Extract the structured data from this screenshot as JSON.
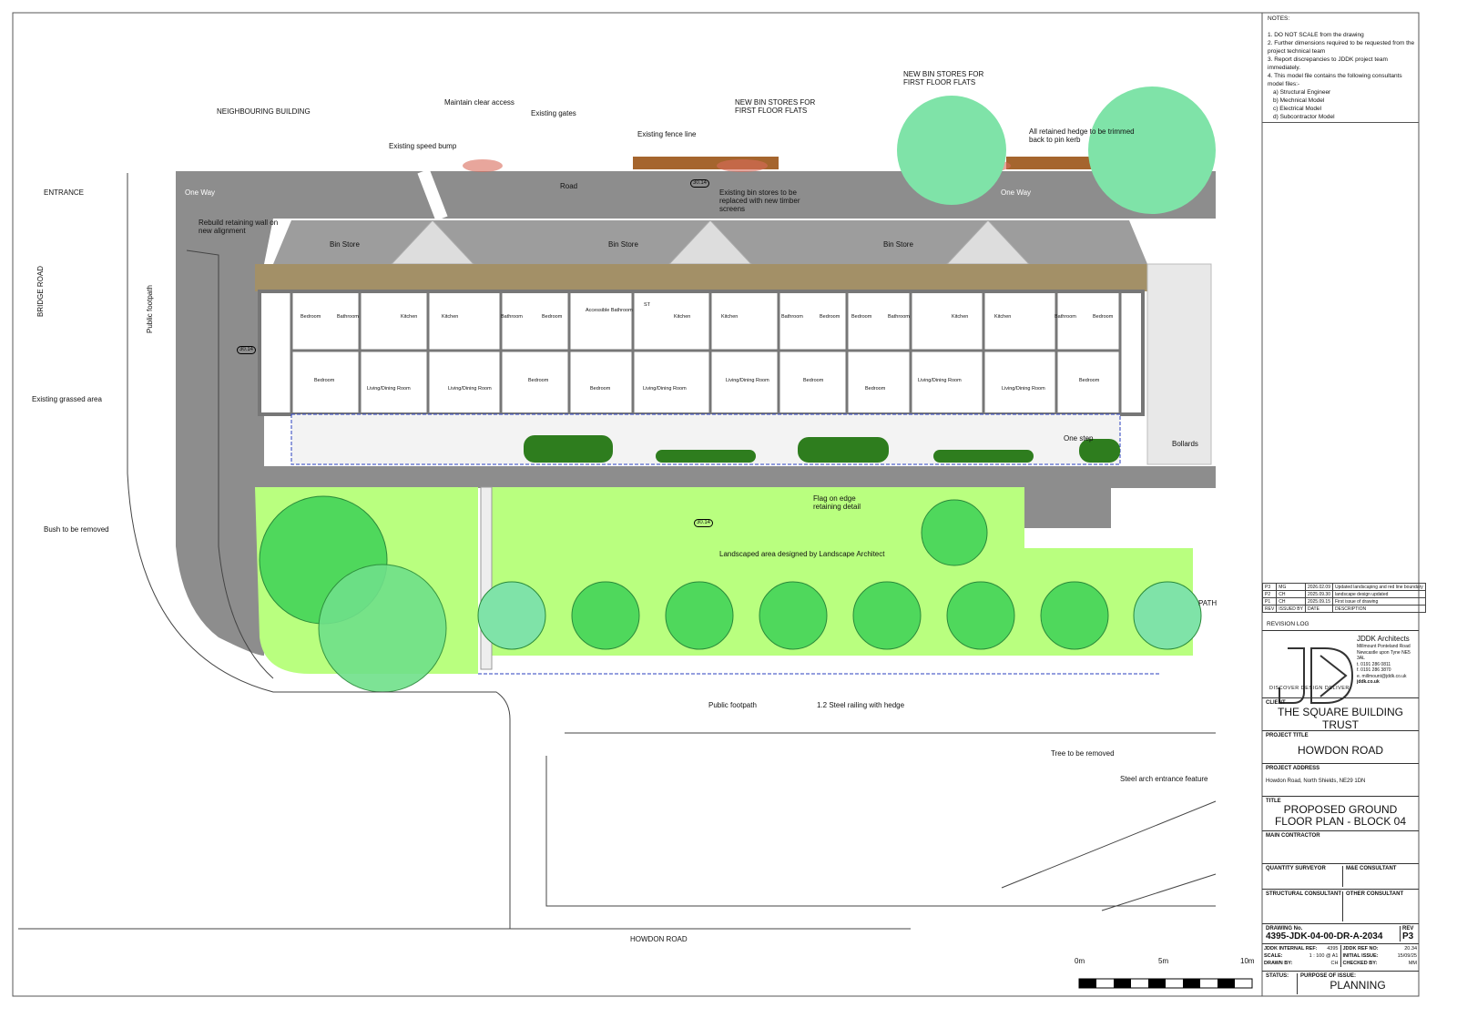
{
  "notes": {
    "title": "NOTES:",
    "items": [
      "1. DO NOT SCALE from the drawing",
      "2. Further dimensions required to be requested from the project technical team",
      "3. Report discrepancies to JDDK project team immediately.",
      "4. This model file contains the following consultants model files:-",
      "a) Structural Engineer",
      "b) Mechnical Model",
      "c) Electrical Model",
      "d) Subcontractor Model"
    ]
  },
  "annotations": {
    "neighbouring": "NEIGHBOURING BUILDING",
    "clear_access": "Maintain clear access",
    "gates": "Existing gates",
    "fence": "Existing fence line",
    "speed_bump": "Existing speed bump",
    "bin_new_1": "NEW BIN STORES FOR FIRST FLOOR FLATS",
    "bin_new_2": "NEW BIN STORES FOR FIRST FLOOR FLATS",
    "hedge": "All retained hedge to be trimmed back to pin kerb",
    "entrance": "ENTRANCE",
    "one_way_1": "One Way",
    "one_way_2": "One Way",
    "road": "Road",
    "existing_bins": "Existing bin stores to be replaced with new timber screens",
    "retaining": "Rebuild retaining wall on new alignment",
    "bin_store_1": "Bin Store",
    "bin_store_2": "Bin Store",
    "bin_store_3": "Bin Store",
    "bridge_road": "BRIDGE ROAD",
    "public_footpath_v": "Public footpath",
    "grassed": "Existing grassed area",
    "bush": "Bush to be removed",
    "one_step": "One step",
    "bollards": "Bollards",
    "flag_edge": "Flag on edge retaining detail",
    "landscaped": "Landscaped area designed by Landscape Architect",
    "path": "PATH",
    "public_footpath": "Public footpath",
    "railing": "1.2 Steel railing with hedge",
    "tree_removed": "Tree to be removed",
    "arch": "Steel arch entrance feature",
    "howdon_road": "HOWDON ROAD",
    "level": "30.14"
  },
  "rooms": [
    "Bedroom",
    "Bathroom",
    "Kitchen",
    "Kitchen",
    "Bathroom",
    "Bedroom",
    "Accessible Bathroom",
    "ST",
    "Kitchen",
    "Kitchen",
    "Bathroom",
    "Bedroom",
    "Bedroom",
    "Bathroom",
    "Kitchen",
    "Kitchen",
    "Bathroom",
    "Bedroom"
  ],
  "rooms_lower": [
    "Bedroom",
    "Living/Dining Room",
    "Living/Dining Room",
    "Bedroom",
    "Bedroom",
    "Living/Dining Room",
    "Living/Dining Room",
    "Bedroom",
    "Bedroom",
    "Living/Dining Room",
    "Living/Dining Room",
    "Bedroom"
  ],
  "scale_bar": {
    "labels": [
      "0m",
      "5m",
      "10m"
    ]
  },
  "revisions": [
    {
      "rev": "P3",
      "by": "MG",
      "date": "2026.02.09",
      "desc": "Updated landscaping and red line boundary"
    },
    {
      "rev": "P2",
      "by": "CH",
      "date": "2025.09.30",
      "desc": "landscape design updated"
    },
    {
      "rev": "P1",
      "by": "CH",
      "date": "2025.09.15",
      "desc": "First issue of drawing"
    }
  ],
  "revision_headers": {
    "rev": "REV",
    "by": "ISSUED BY",
    "date": "DATE",
    "desc": "DESCRIPTION"
  },
  "revision_log": "REVISION LOG",
  "company": {
    "logo": "JDK",
    "tagline": "DISCOVER DESIGN DELIVER",
    "name": "JDDK Architects",
    "address": "Millmount  Ponteland Road Newcastle upon Tyne NE5 3AL",
    "tel": "t. 0191 286 0811",
    "fax": "f. 0191 286 3870",
    "email": "e. millmount@jddk.co.uk",
    "web": "jddk.co.uk"
  },
  "title_block": {
    "client_label": "CLIENT",
    "client": "THE SQUARE BUILDING TRUST",
    "project_label": "PROJECT TITLE",
    "project": "HOWDON ROAD",
    "address_label": "PROJECT ADDRESS",
    "address": "Howdon Road, North Shields, NE29 1DN",
    "title_label": "TITLE",
    "title": "PROPOSED GROUND FLOOR PLAN - BLOCK 04",
    "main_contractor": "MAIN CONTRACTOR",
    "qs": "QUANTITY SURVEYOR",
    "me": "M&E CONSULTANT",
    "structural": "STRUCTURAL CONSULTANT",
    "other": "OTHER CONSULTANT",
    "drawing_no_label": "DRAWING No.",
    "drawing_no": "4395-JDK-04-00-DR-A-2034",
    "rev_label": "REV",
    "rev": "P3",
    "internal_ref_label": "JDDK INTERNAL REF:",
    "internal_ref": "4395",
    "ref_no_label": "JDDK REF NO:",
    "ref_no": "20.34",
    "scale_label": "SCALE:",
    "scale": "1 : 100 @ A1",
    "initial_issue_label": "INITIAL ISSUE:",
    "initial_issue": "15/09/25",
    "drawn_by_label": "DRAWN BY:",
    "drawn_by": "CH",
    "checked_by_label": "CHECKED BY:",
    "checked_by": "MM",
    "status_label": "STATUS:",
    "purpose_label": "PURPOSE OF ISSUE:",
    "purpose": "PLANNING"
  },
  "colors": {
    "road": "#8c8c8c",
    "lawn": "#b9ff7f",
    "tree": "#4fd85c",
    "tree_light": "#7fe3a8",
    "roof": "#a39067",
    "roof_tiles": "#9a9a9a"
  }
}
